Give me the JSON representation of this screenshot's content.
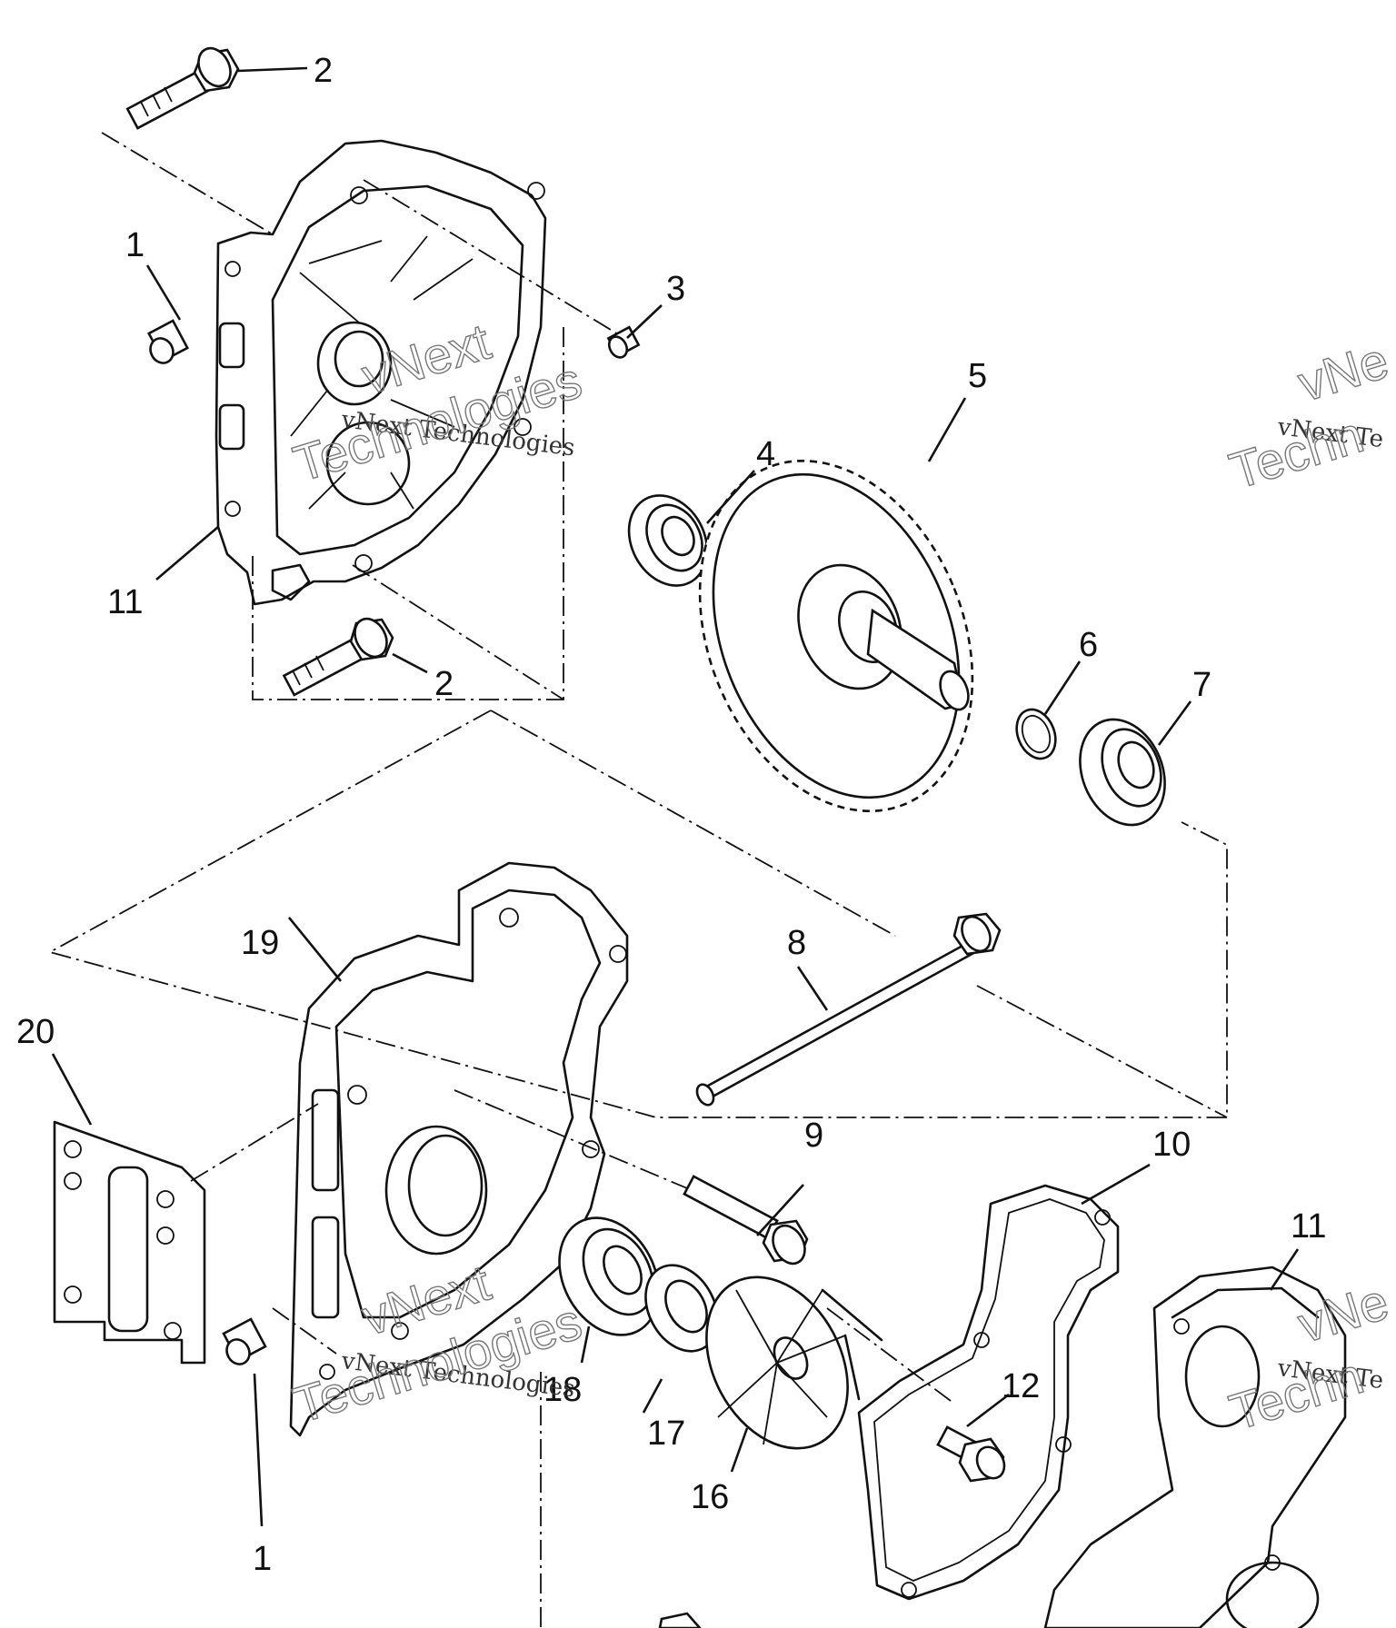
{
  "diagram": {
    "callouts": {
      "c1a": "1",
      "c1b": "1",
      "c2a": "2",
      "c2b": "2",
      "c3": "3",
      "c4": "4",
      "c5": "5",
      "c6": "6",
      "c7": "7",
      "c8": "8",
      "c9": "9",
      "c10": "10",
      "c11a": "11",
      "c11b": "11",
      "c12": "12",
      "c16": "16",
      "c17": "17",
      "c18": "18",
      "c19": "19",
      "c20": "20"
    },
    "watermarks": [
      {
        "small": "vNext Technologies",
        "big1": "vNext",
        "big2": "Technologies"
      },
      {
        "small": "vNext Te",
        "big1": "vNe",
        "big2": "Techn"
      },
      {
        "small": "vNext Technologies",
        "big1": "vNext",
        "big2": "Technologies"
      },
      {
        "small": "vNext Te",
        "big1": "vNe",
        "big2": "Techn"
      }
    ]
  }
}
